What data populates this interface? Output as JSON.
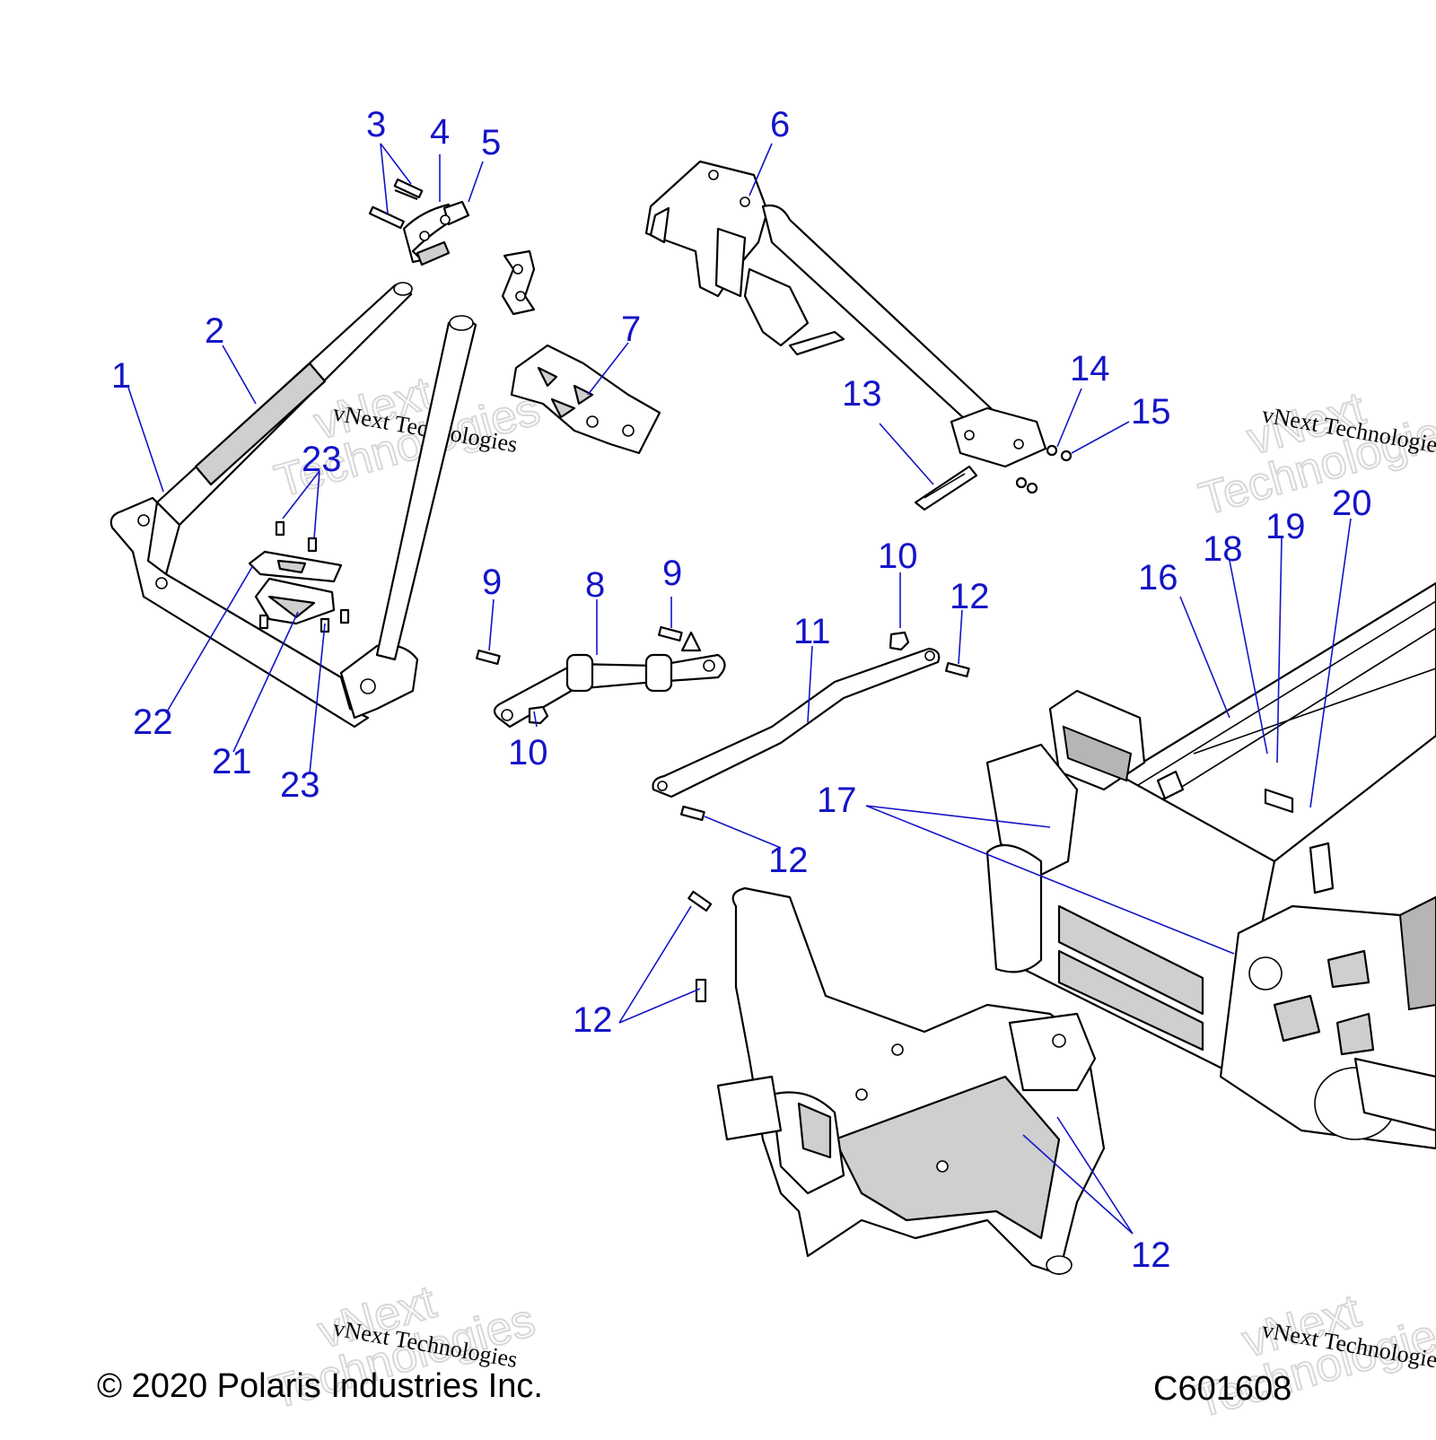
{
  "copyright": "© 2020 Polaris Industries Inc.",
  "diagram_id": "C601608",
  "watermark": {
    "line1": "vNext Technologies",
    "word1": "vNext",
    "word2": "Technologies"
  },
  "callouts": [
    "1",
    "2",
    "3",
    "4",
    "5",
    "6",
    "7",
    "8",
    "9",
    "9",
    "10",
    "10",
    "11",
    "12",
    "12",
    "12",
    "12",
    "13",
    "14",
    "15",
    "16",
    "17",
    "18",
    "19",
    "20",
    "21",
    "22",
    "23",
    "23"
  ],
  "colors": {
    "callout": "#1414c8",
    "line_art": "#000000",
    "watermark": "#d8d8d8"
  }
}
